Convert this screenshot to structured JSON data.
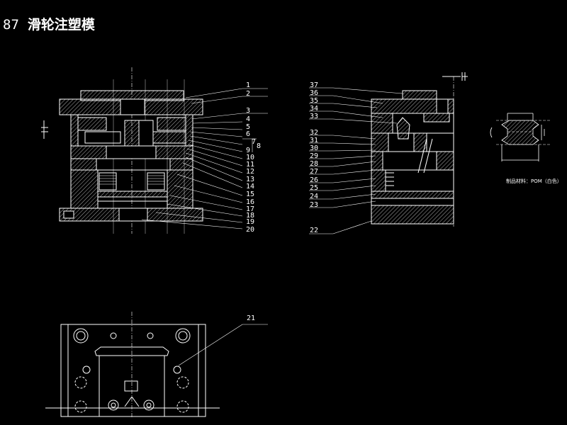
{
  "title": {
    "number": "87",
    "text": "滑轮注塑模"
  },
  "left_callouts": [
    "1",
    "2",
    "3",
    "4",
    "5",
    "6",
    "7",
    "8",
    "9",
    "10",
    "11",
    "12",
    "13",
    "14",
    "15",
    "16",
    "17",
    "18",
    "19",
    "20"
  ],
  "right_callouts": [
    "37",
    "36",
    "35",
    "34",
    "33",
    "32",
    "31",
    "30",
    "29",
    "28",
    "27",
    "26",
    "25",
    "24",
    "23",
    "22"
  ],
  "bottom_callout": "21",
  "product_note": "制品材料：POM（白色）",
  "colors": {
    "background": "#000000",
    "line": "#ffffff"
  }
}
